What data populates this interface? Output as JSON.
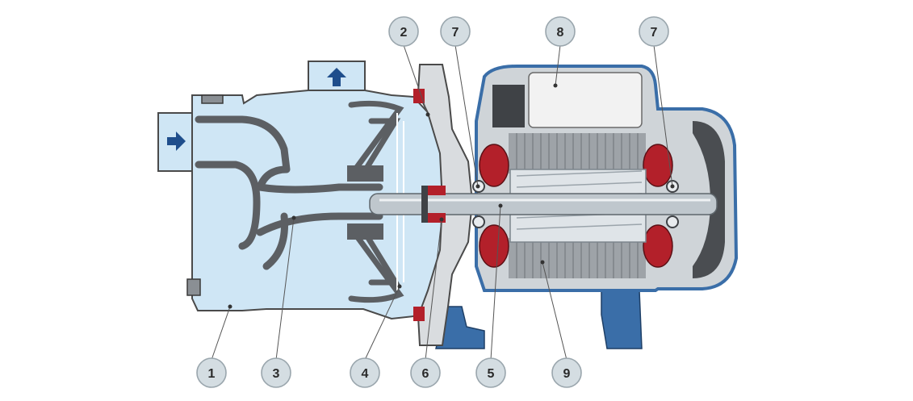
{
  "diagram": {
    "colors": {
      "water": "#cfe6f5",
      "water_outline": "#4a4a4a",
      "dark_part": "#5c5f63",
      "metal": "#d9dcdf",
      "shaft": "#bfc7cd",
      "motor_blue": "#3a6ea8",
      "motor_shell": "#cfd4d8",
      "winding": "#b3202a",
      "stator": "#9ea3a8",
      "arrow": "#1f4e8c",
      "callout_fill": "#d4dde2"
    },
    "flow_arrows": [
      {
        "name": "inlet-arrow",
        "direction": "right"
      },
      {
        "name": "outlet-arrow",
        "direction": "up"
      }
    ],
    "callouts": [
      {
        "label": "1"
      },
      {
        "label": "2"
      },
      {
        "label": "3"
      },
      {
        "label": "4"
      },
      {
        "label": "5"
      },
      {
        "label": "6"
      },
      {
        "label": "7"
      },
      {
        "label": "7"
      },
      {
        "label": "8"
      },
      {
        "label": "9"
      }
    ]
  }
}
